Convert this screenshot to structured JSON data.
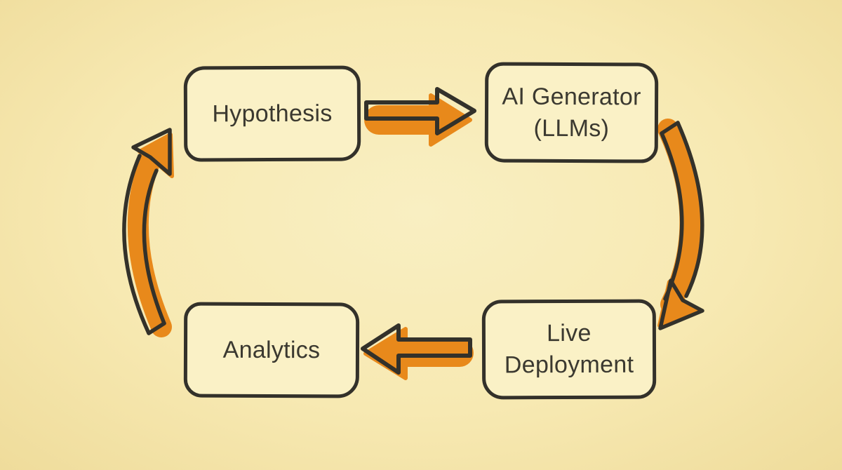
{
  "diagram": {
    "type": "cycle",
    "nodes": [
      {
        "id": "hypothesis",
        "label": "Hypothesis"
      },
      {
        "id": "ai-generator",
        "label": "AI Generator\n(LLMs)"
      },
      {
        "id": "live-deployment",
        "label": "Live\nDeployment"
      },
      {
        "id": "analytics",
        "label": "Analytics"
      }
    ],
    "edges": [
      {
        "from": "hypothesis",
        "to": "ai-generator",
        "style": "straight-right-arrow"
      },
      {
        "from": "ai-generator",
        "to": "live-deployment",
        "style": "curved-down-arrow"
      },
      {
        "from": "live-deployment",
        "to": "analytics",
        "style": "straight-left-arrow"
      },
      {
        "from": "analytics",
        "to": "hypothesis",
        "style": "curved-up-arrow"
      }
    ],
    "colors": {
      "background": "#F7E9B2",
      "node_fill": "#FAF1C6",
      "outline": "#33312A",
      "text": "#3B3930",
      "arrow": "#E8891B"
    }
  }
}
